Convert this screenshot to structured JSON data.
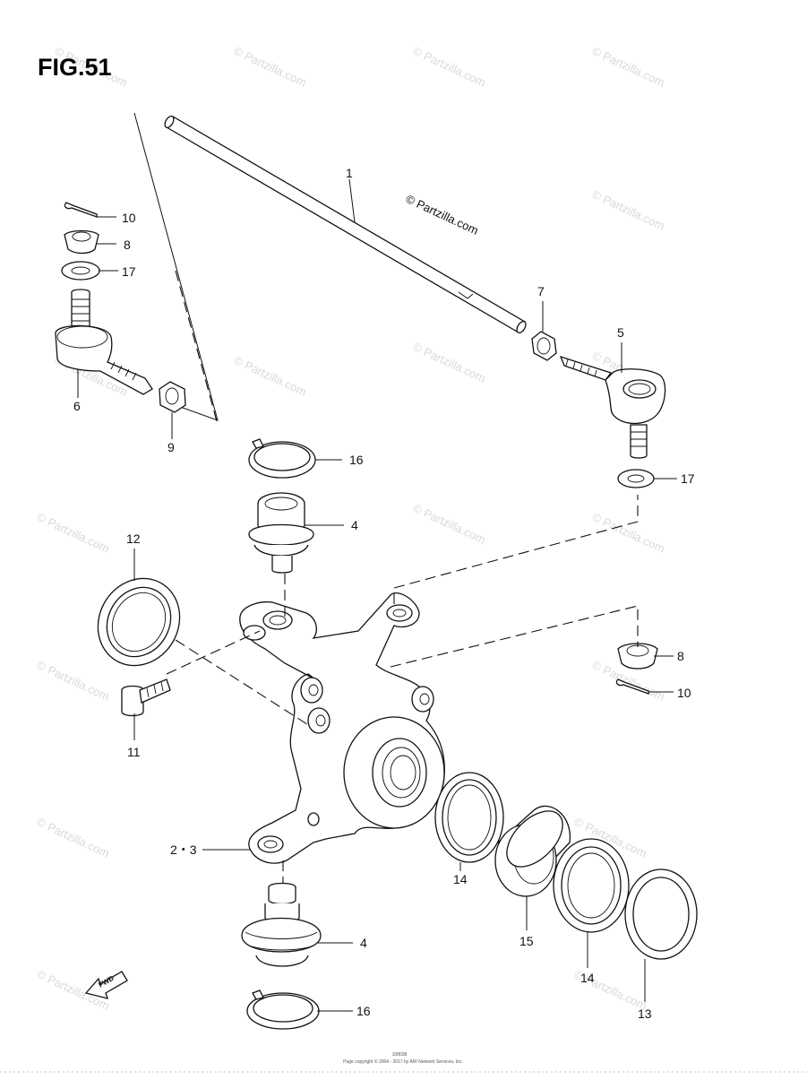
{
  "figure": {
    "title": "FIG.51",
    "copyright": "© Partzilla.com",
    "watermark": "© Partzilla.com",
    "fwd_label": "FWD",
    "footer_code": "108038",
    "footer_text": "Page copyright © 2004 - 2017 by ARI Network Services, Inc."
  },
  "callouts": [
    {
      "id": "c1",
      "label": "1"
    },
    {
      "id": "c10a",
      "label": "10"
    },
    {
      "id": "c8a",
      "label": "8"
    },
    {
      "id": "c17a",
      "label": "17"
    },
    {
      "id": "c7",
      "label": "7"
    },
    {
      "id": "c5",
      "label": "5"
    },
    {
      "id": "c6",
      "label": "6"
    },
    {
      "id": "c9",
      "label": "9"
    },
    {
      "id": "c16a",
      "label": "16"
    },
    {
      "id": "c17b",
      "label": "17"
    },
    {
      "id": "c4a",
      "label": "4"
    },
    {
      "id": "c12",
      "label": "12"
    },
    {
      "id": "c8b",
      "label": "8"
    },
    {
      "id": "c10b",
      "label": "10"
    },
    {
      "id": "c11",
      "label": "11"
    },
    {
      "id": "c23",
      "label": "2・3"
    },
    {
      "id": "c14a",
      "label": "14"
    },
    {
      "id": "c15",
      "label": "15"
    },
    {
      "id": "c14b",
      "label": "14"
    },
    {
      "id": "c4b",
      "label": "4"
    },
    {
      "id": "c16b",
      "label": "16"
    },
    {
      "id": "c13",
      "label": "13"
    }
  ]
}
